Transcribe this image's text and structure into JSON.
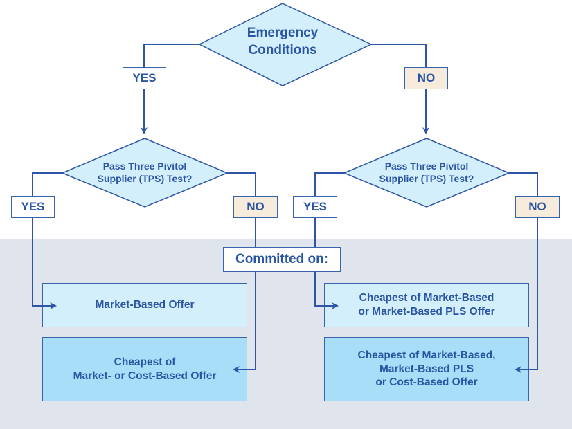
{
  "diagram": {
    "colors": {
      "line": "#2e55a6",
      "text": "#2a55a5",
      "diamond_fill": "#d4effc",
      "yes_fill": "#ffffff",
      "no_fill": "#f7ecdb",
      "light_box_fill": "#d4effc",
      "dark_box_fill": "#a9def8",
      "band_fill": "#e0e4ec"
    },
    "root": {
      "label_line1": "Emergency",
      "label_line2": "Conditions"
    },
    "top_yes": "YES",
    "top_no": "NO",
    "left_test": {
      "label_line1": "Pass Three Pivitol",
      "label_line2": "Supplier (TPS) Test?"
    },
    "right_test": {
      "label_line1": "Pass Three Pivitol",
      "label_line2": "Supplier (TPS) Test?"
    },
    "left_yes": "YES",
    "left_no": "NO",
    "right_yes": "YES",
    "right_no": "NO",
    "committed_on": "Committed on:",
    "outcomes": [
      {
        "line1": "Market-Based Offer"
      },
      {
        "line1": "Cheapest of",
        "line2": "Market- or Cost-Based Offer"
      },
      {
        "line1": "Cheapest of Market-Based",
        "line2": "or Market-Based PLS Offer"
      },
      {
        "line1": "Cheapest of Market-Based,",
        "line2": "Market-Based PLS",
        "line3": "or Cost-Based Offer"
      }
    ]
  }
}
